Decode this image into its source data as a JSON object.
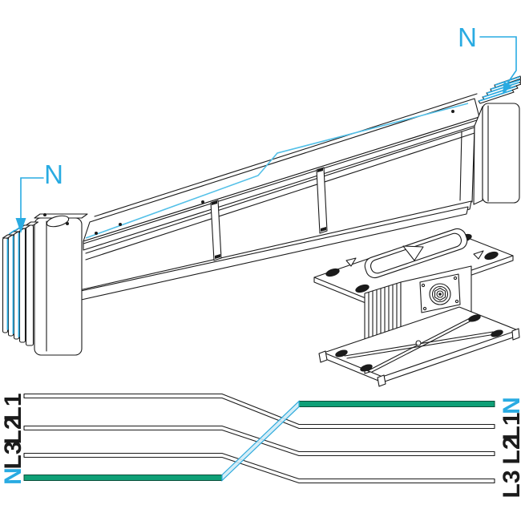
{
  "busbar": {
    "left_end_label": "N",
    "right_end_label": "N",
    "accent_cyan": "#29ABE2",
    "cover_trace_cyan": "#53C0E8",
    "line_color": "#1B1B1B"
  },
  "phase_diagram": {
    "left_labels_top_to_bottom": [
      "L1",
      "L2",
      "L3",
      "N"
    ],
    "right_labels_top_to_bottom": [
      "N",
      "L1",
      "L2",
      "L3"
    ],
    "neutral_color": "#0FA077",
    "crossover_fill": "#CFEAF6",
    "conductor_order_left": "L1,L2,L3,N",
    "conductor_order_right": "N,L1,L2,L3"
  }
}
